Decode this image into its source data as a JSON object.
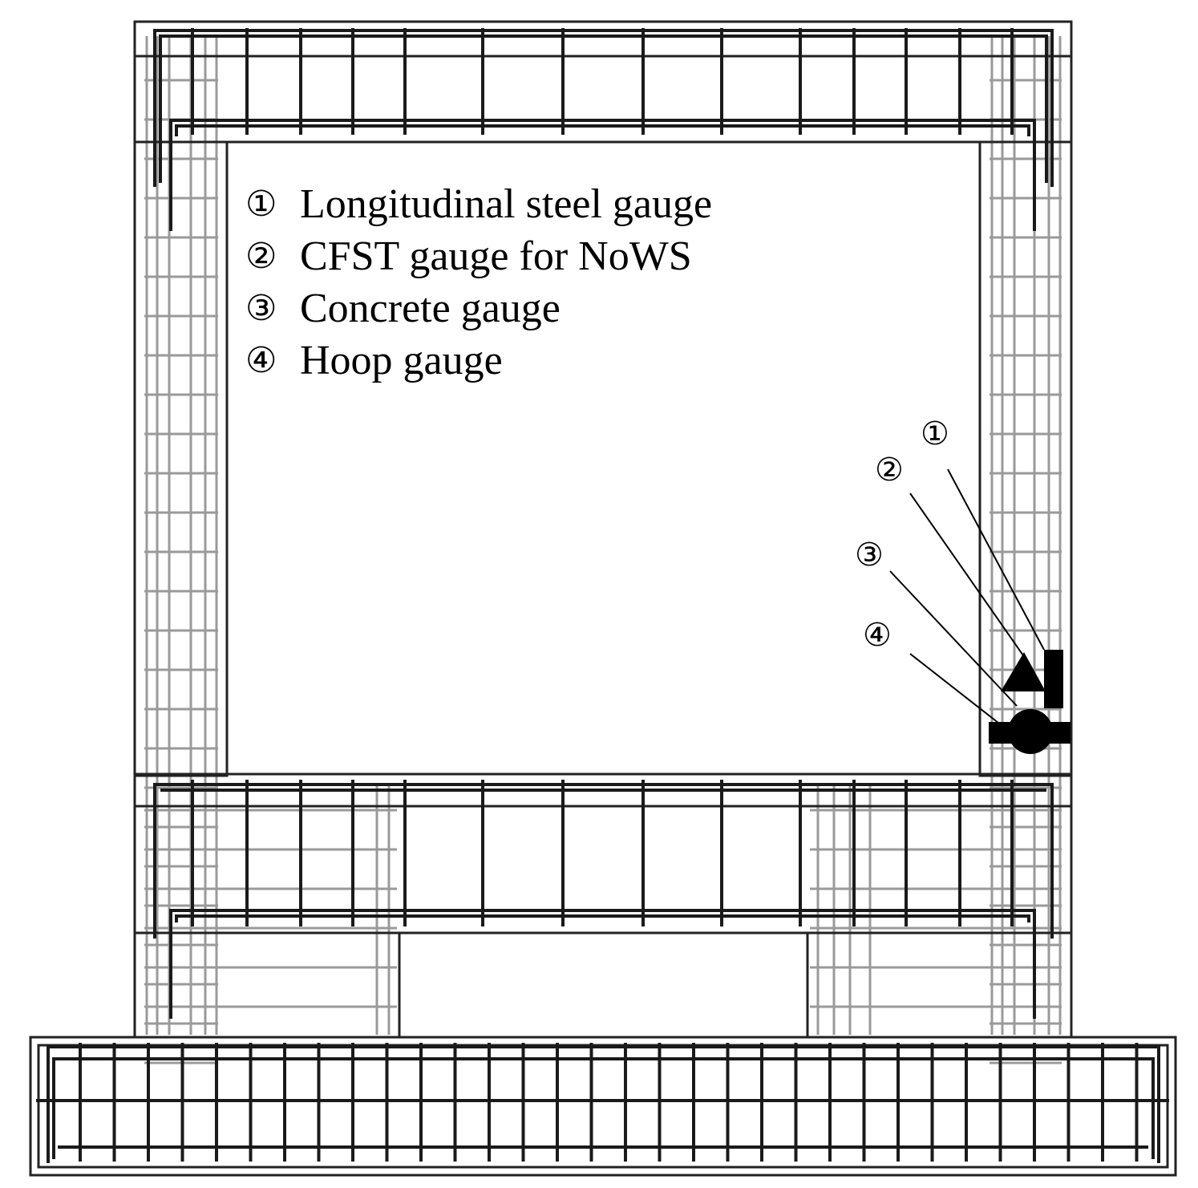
{
  "legend": [
    {
      "num": "①",
      "label": "Longitudinal steel gauge"
    },
    {
      "num": "②",
      "label": "CFST gauge for NoWS"
    },
    {
      "num": "③",
      "label": "Concrete gauge"
    },
    {
      "num": "④",
      "label": "Hoop gauge"
    }
  ],
  "markers": [
    "①",
    "②",
    "③",
    "④"
  ],
  "colors": {
    "line": "#000000",
    "rebar_dark": "#1a1a1a",
    "rebar_light": "#9a9a9a",
    "background": "#ffffff"
  }
}
